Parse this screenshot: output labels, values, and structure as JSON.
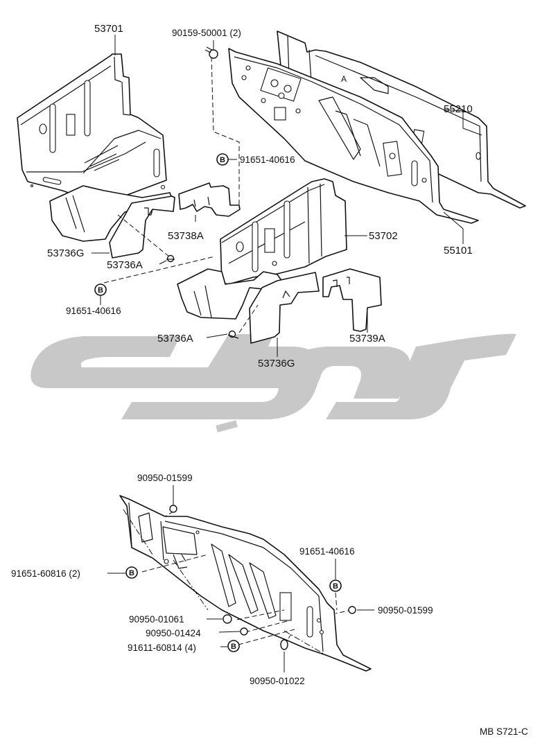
{
  "labels": {
    "p53701": "53701",
    "p90159": "90159-50001 (2)",
    "p55210": "55210",
    "p91651_a": "91651-40616",
    "p53738A": "53738A",
    "p53702": "53702",
    "p55101": "55101",
    "p53736G_a": "53736G",
    "p53736A_a": "53736A",
    "p91651_b": "91651-40616",
    "p53736A_b": "53736A",
    "p53739A": "53739A",
    "p53736G_b": "53736G",
    "p90950_01599_a": "90950-01599",
    "p91651_c": "91651-40616",
    "p91651_60816": "91651-60816 (2)",
    "p90950_01599_b": "90950-01599",
    "p90950_01061": "90950-01061",
    "p90950_01424": "90950-01424",
    "p91611_60814": "91611-60814 (4)",
    "p90950_01022": "90950-01022"
  },
  "marker_letter": "B",
  "drawing_code": "MB S721-C",
  "colors": {
    "line": "#111111",
    "watermark": "#c8c8c8",
    "background": "#ffffff"
  }
}
